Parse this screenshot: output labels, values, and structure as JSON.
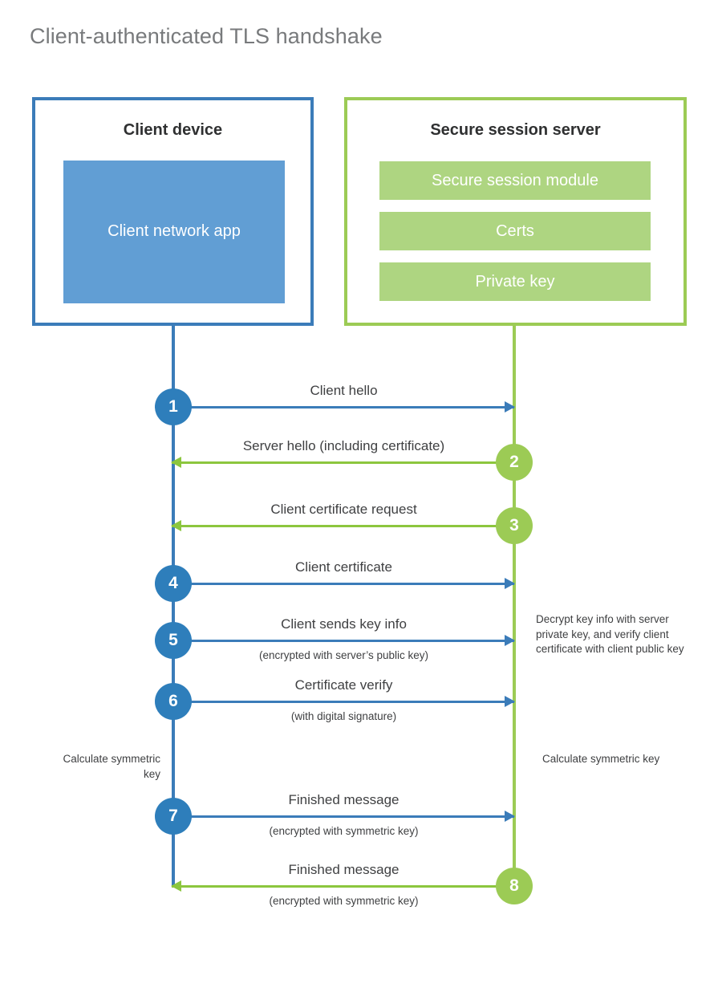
{
  "title": "Client-authenticated TLS handshake",
  "colors": {
    "client_blue": "#3b7cb9",
    "client_fill": "#619ed4",
    "client_circle": "#2e7ebb",
    "server_green": "#9ccb55",
    "server_fill": "#aed581",
    "server_arrow": "#8cc63e",
    "title_gray": "#787a7c",
    "text_dark": "#3f4042"
  },
  "client": {
    "title": "Client device",
    "app_label": "Client network app"
  },
  "server": {
    "title": "Secure session server",
    "components": [
      {
        "label": "Secure session module"
      },
      {
        "label": "Certs"
      },
      {
        "label": "Private key"
      }
    ]
  },
  "notes": {
    "server_decrypt": "Decrypt key info with server private key, and verify client certificate with client public key",
    "client_calculate": "Calculate symmetric key",
    "server_calculate": "Calculate symmetric key"
  },
  "steps": [
    {
      "number": "1",
      "label": "Client hello",
      "sub": "",
      "direction": "client-to-server"
    },
    {
      "number": "2",
      "label": "Server hello (including certificate)",
      "sub": "",
      "direction": "server-to-client"
    },
    {
      "number": "3",
      "label": "Client certificate request",
      "sub": "",
      "direction": "server-to-client"
    },
    {
      "number": "4",
      "label": "Client certificate",
      "sub": "",
      "direction": "client-to-server"
    },
    {
      "number": "5",
      "label": "Client sends key info",
      "sub": "(encrypted with server’s public key)",
      "direction": "client-to-server"
    },
    {
      "number": "6",
      "label": "Certificate verify",
      "sub": "(with digital signature)",
      "direction": "client-to-server"
    },
    {
      "number": "7",
      "label": "Finished message",
      "sub": "(encrypted with symmetric key)",
      "direction": "client-to-server"
    },
    {
      "number": "8",
      "label": "Finished message",
      "sub": "(encrypted with symmetric key)",
      "direction": "server-to-client"
    }
  ]
}
